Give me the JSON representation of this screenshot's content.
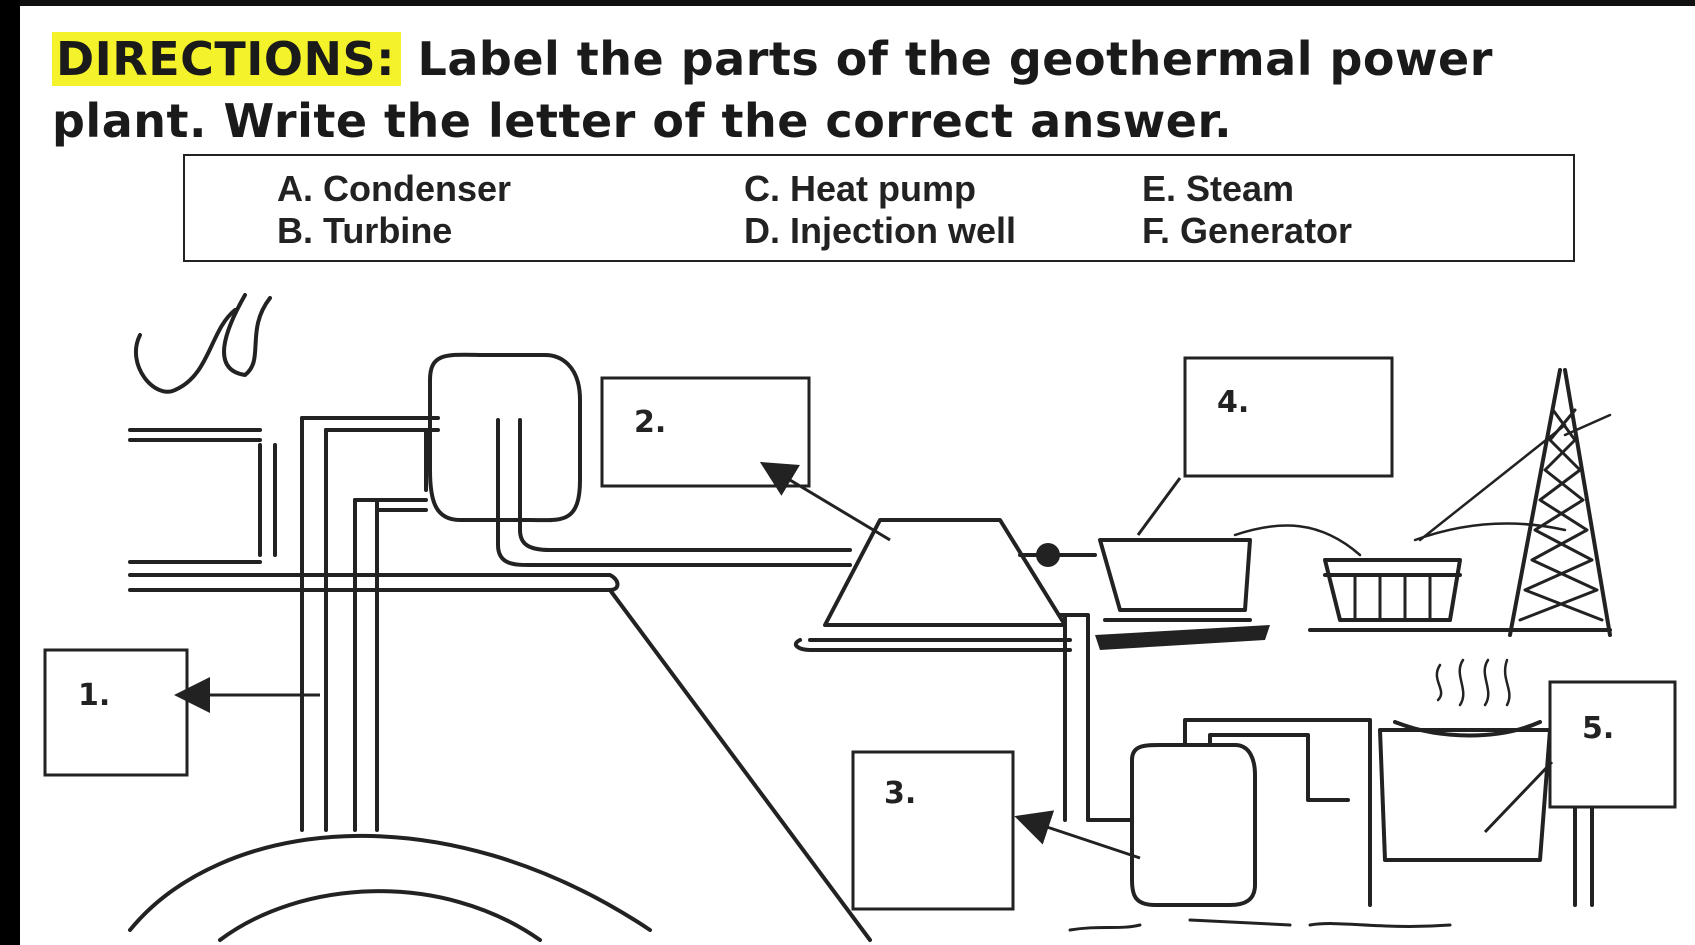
{
  "directions": {
    "label": "DIRECTIONS:",
    "text": "Label the parts of the geothermal power plant. Write the letter of the correct answer."
  },
  "choices": [
    "A. Condenser",
    "B. Turbine",
    "C. Heat pump",
    "D. Injection well",
    "E. Steam",
    "F. Generator"
  ],
  "labels": [
    "1.",
    "2.",
    "3.",
    "4.",
    "5."
  ],
  "colors": {
    "highlight": "#f4f22a",
    "ink": "#222222",
    "paper": "#ffffff",
    "frame": "#000000"
  }
}
